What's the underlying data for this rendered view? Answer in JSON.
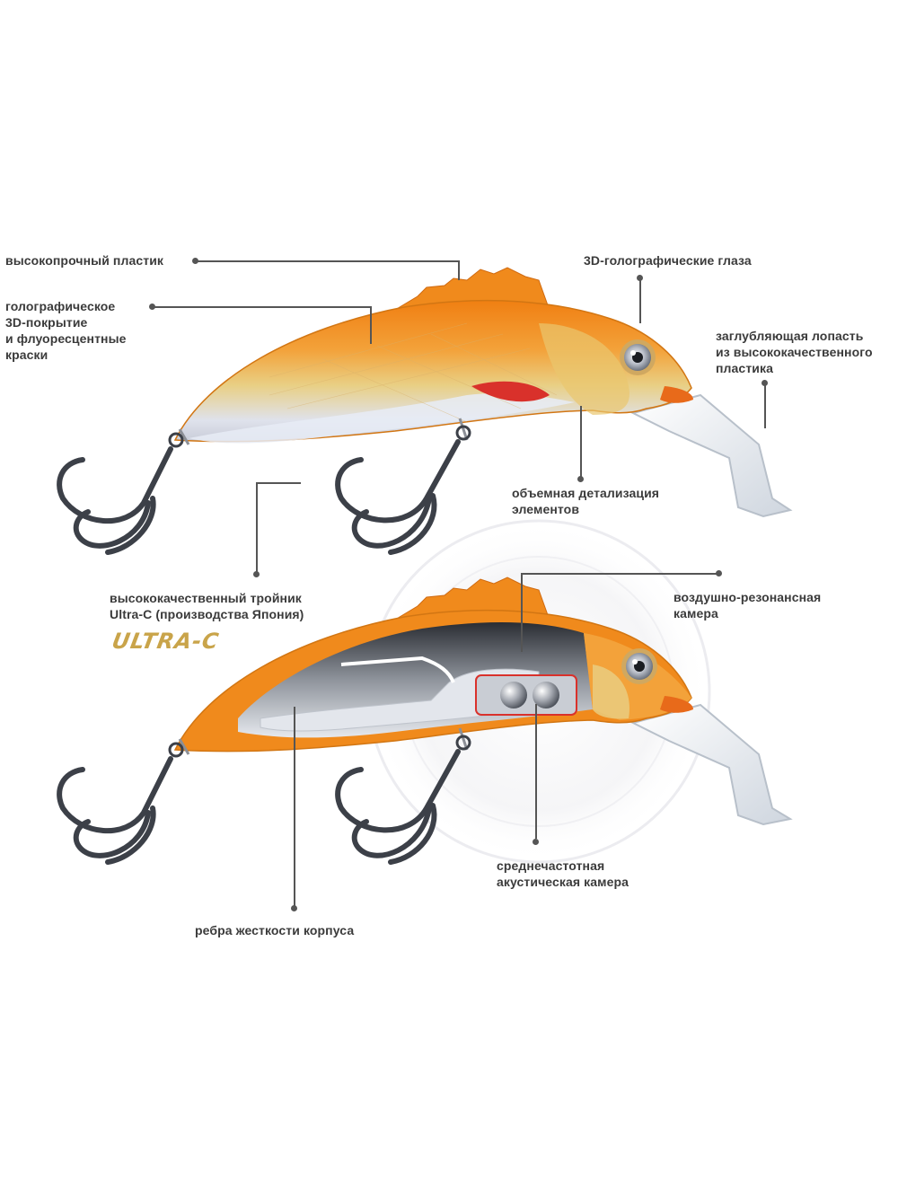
{
  "labels": {
    "plastic": "высокопрочный пластик",
    "coating": [
      "голографическое",
      "3D-покрытие",
      "и флуоресцентные",
      "краски"
    ],
    "eyes": "3D-голографические глаза",
    "lip": [
      "заглубляющая лопасть",
      "из высококачественного",
      "пластика"
    ],
    "detail": [
      "объемная детализация",
      "элементов"
    ],
    "hook": [
      "высококачественный тройник",
      "Ultra-C (производства Япония)"
    ],
    "air_chamber": [
      "воздушно-резонансная",
      "камера"
    ],
    "acoustic": [
      "среднечастотная",
      "акустическая камера"
    ],
    "ribs": "ребра жесткости корпуса"
  },
  "brand": {
    "logo_text": "ULTRA-C",
    "color": "#c9a44a"
  },
  "colors": {
    "lure_orange": "#f08a1c",
    "lure_gold": "#e8c46a",
    "lure_silver": "#dfe3ea",
    "gill_red": "#d9312b",
    "leader_line": "#555555"
  }
}
